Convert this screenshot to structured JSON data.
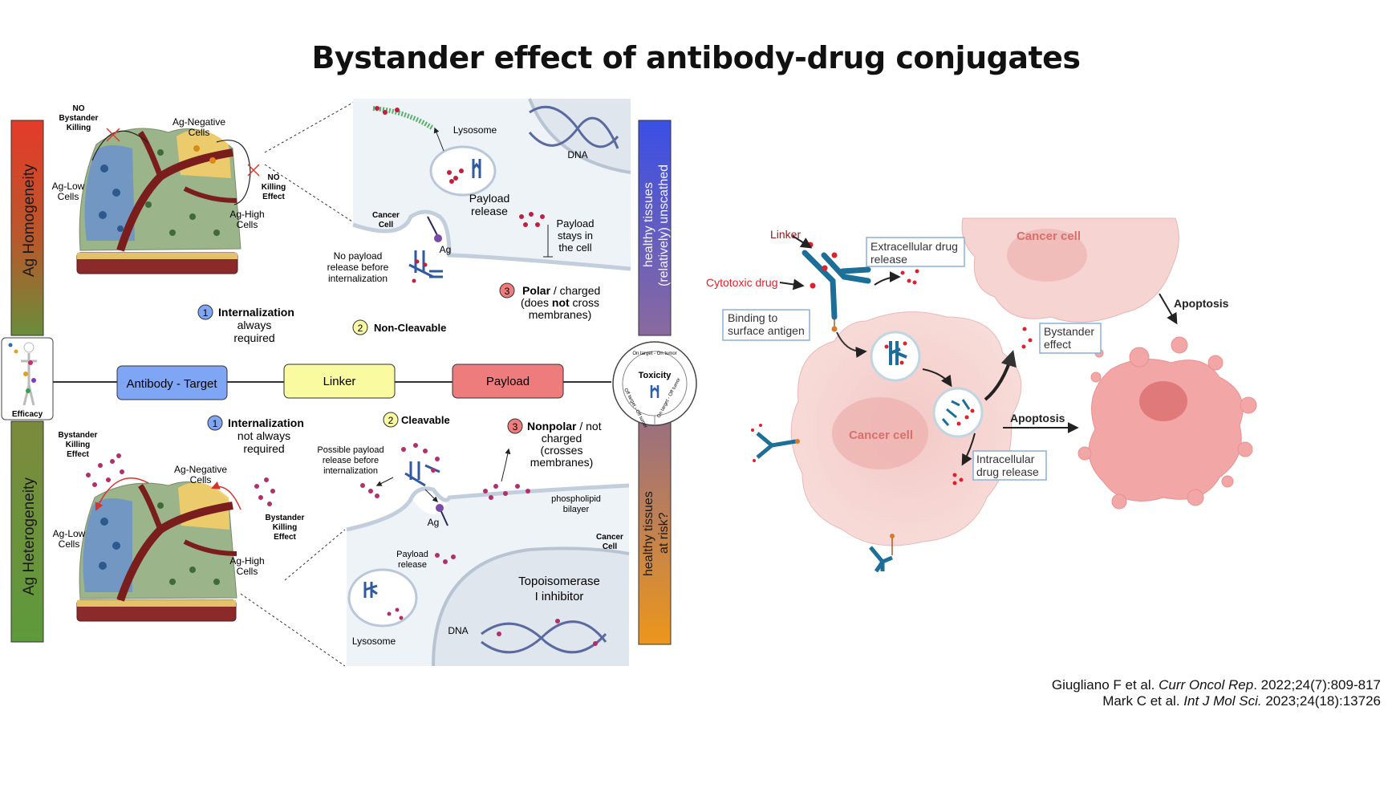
{
  "title": "Bystander effect of antibody-drug conjugates",
  "left_panel": {
    "homogeneity_bar": "Ag Homogeneity",
    "heterogeneity_bar": "Ag Heterogeneity",
    "right_bar_top": [
      "healthy tissues",
      "(relatively) unscathed"
    ],
    "right_bar_bottom": [
      "healthy tissues",
      "at risk?"
    ],
    "efficacy_label": "Efficacy",
    "toxicity": {
      "title": "Toxicity",
      "top": "On target - On tumor",
      "left": "Off target - Off tumor",
      "right": "On target - Off tumor"
    },
    "adc_bar": {
      "antibody": "Antibody - Target",
      "linker": "Linker",
      "payload": "Payload"
    },
    "top_tumor": {
      "no_bystander": [
        "NO",
        "Bystander",
        "Killing"
      ],
      "ag_negative": [
        "Ag-Negative",
        "Cells"
      ],
      "no_killing": [
        "NO",
        "Killing",
        "Effect"
      ],
      "ag_low": [
        "Ag-Low",
        "Cells"
      ],
      "ag_high": [
        "Ag-High",
        "Cells"
      ]
    },
    "bottom_tumor": {
      "bystander_left": [
        "Bystander",
        "Killing",
        "Effect"
      ],
      "ag_negative": [
        "Ag-Negative",
        "Cells"
      ],
      "bystander_right": [
        "Bystander",
        "Killing",
        "Effect"
      ],
      "ag_low": [
        "Ag-Low",
        "Cells"
      ],
      "ag_high": [
        "Ag-High",
        "Cells"
      ]
    },
    "top_zoom": {
      "lysosome": "Lysosome",
      "dna": "DNA",
      "payload_release": [
        "Payload",
        "release"
      ],
      "cancer_cell": [
        "Cancer",
        "Cell"
      ],
      "payload_stays": [
        "Payload",
        "stays in",
        "the cell"
      ],
      "ag": "Ag",
      "no_payload": [
        "No payload",
        "release before",
        "internalization"
      ]
    },
    "top_properties": {
      "n1": "1",
      "internalization_bold": "Internalization",
      "internalization_rest": [
        "always",
        "required"
      ],
      "n2": "2",
      "linker_bold": "Non-Cleavable",
      "n3": "3",
      "payload_bold": "Polar",
      "payload_rest": " / charged",
      "payload_line2a": "(does ",
      "payload_line2b": "not",
      "payload_line2c": " cross",
      "payload_line3": "membranes)"
    },
    "bottom_properties": {
      "n1": "1",
      "internalization_bold": "Internalization",
      "internalization_rest": [
        "not always",
        "required"
      ],
      "n2": "2",
      "linker_bold": "Cleavable",
      "n3": "3",
      "payload_bold": "Nonpolar",
      "payload_rest": " / not",
      "payload_rest_lines": [
        "charged",
        "(crosses",
        "membranes)"
      ]
    },
    "bottom_zoom": {
      "possible_payload": [
        "Possible payload",
        "release before",
        "internalization"
      ],
      "phospholipid": [
        "phospholipid",
        "bilayer"
      ],
      "ag": "Ag",
      "cancer_cell": [
        "Cancer",
        "Cell"
      ],
      "payload_release": [
        "Payload",
        "release"
      ],
      "topo": [
        "Topoisomerase",
        "I inhibitor"
      ],
      "lysosome": "Lysosome",
      "dna": "DNA"
    }
  },
  "right_panel": {
    "linker": "Linker",
    "cytotoxic_drug": "Cytotoxic drug",
    "binding": [
      "Binding to",
      "surface antigen"
    ],
    "extracellular": [
      "Extracellular drug",
      "release"
    ],
    "cancer_cell_top": "Cancer cell",
    "cancer_cell_main": "Cancer cell",
    "bystander": [
      "Bystander",
      "effect"
    ],
    "apoptosis_top": "Apoptosis",
    "apoptosis_mid": "Apoptosis",
    "intracellular": [
      "Intracellular",
      "drug release"
    ]
  },
  "citations": [
    {
      "authors": "Giugliano F et al. ",
      "journal": "Curr Oncol Rep",
      "rest": ". 2022;24(7):809-817"
    },
    {
      "authors": "Mark C et al. ",
      "journal": "Int J Mol Sci.",
      "rest": " 2023;24(18):13726"
    }
  ],
  "colors": {
    "homogeneity_gradient": [
      "#e53a2a",
      "#5e9a3c"
    ],
    "heterogeneity_gradient": [
      "#5e9a3c",
      "#5e9a3c"
    ],
    "right_bar_gradient": [
      "#3f4fe0",
      "#8a6f9c",
      "#e8941e"
    ],
    "antibody_box": "#7fa6f5",
    "linker_box": "#fafaa0",
    "payload_box": "#ef7c7c",
    "cancer_cell_fill": "#f6d4d2",
    "antibody_blue": "#2479a8",
    "drug_red": "#e0202a",
    "payload_magenta": "#b2306a"
  }
}
